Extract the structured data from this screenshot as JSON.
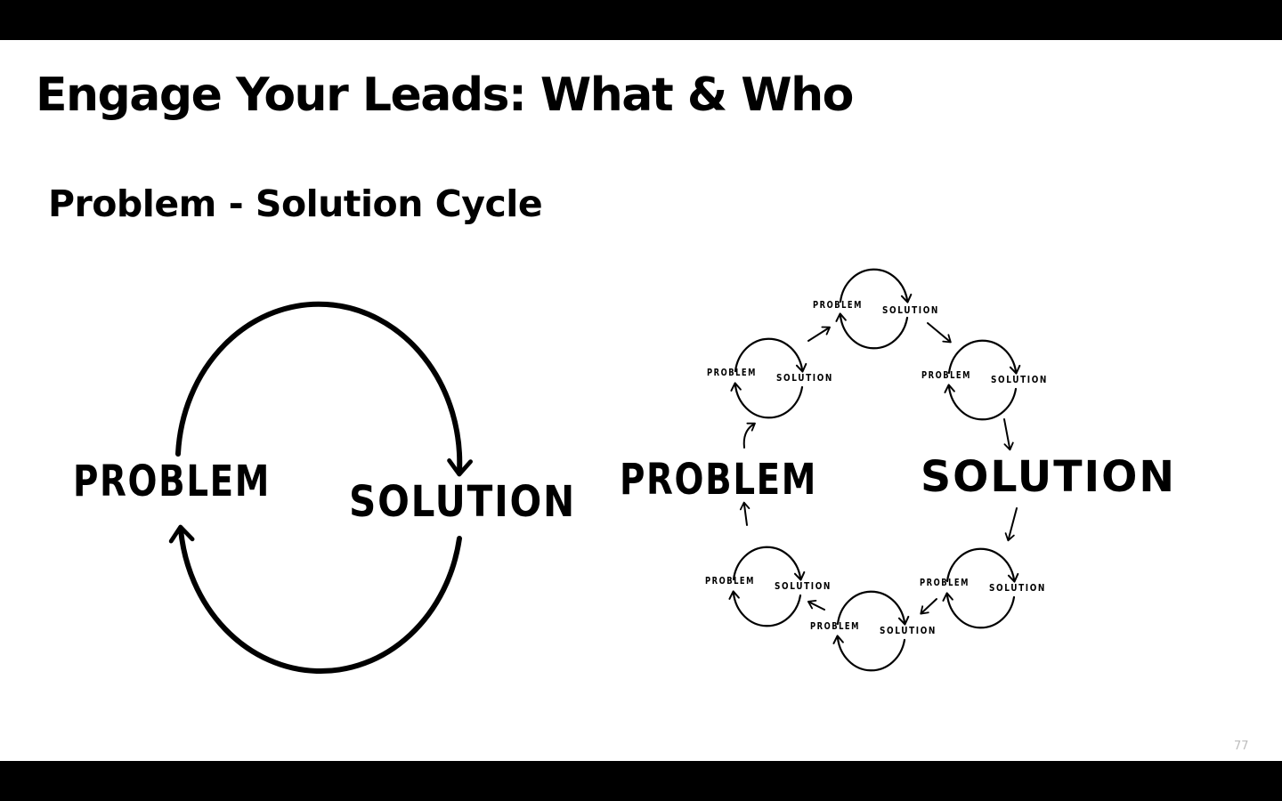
{
  "slide": {
    "title": "Engage Your Leads: What & Who",
    "subtitle": "Problem - Solution Cycle",
    "page_number": "77"
  },
  "simple_cycle": {
    "problem_label": "PROBLEM",
    "solution_label": "SOLUTION"
  },
  "complex_cycle": {
    "problem_label": "PROBLEM",
    "solution_label": "SOLUTION",
    "mini_cycles": [
      {
        "problem": "PROBLEM",
        "solution": "SOLUTION"
      },
      {
        "problem": "PROBLEM",
        "solution": "SOLUTION"
      },
      {
        "problem": "PROBLEM",
        "solution": "SOLUTION"
      },
      {
        "problem": "PROBLEM",
        "solution": "SOLUTION"
      },
      {
        "problem": "PROBLEM",
        "solution": "SOLUTION"
      },
      {
        "problem": "PROBLEM",
        "solution": "SOLUTION"
      }
    ]
  },
  "colors": {
    "background": "#ffffff",
    "ink": "#000000",
    "letterbox": "#000000",
    "page_number": "#bdbdbd"
  }
}
